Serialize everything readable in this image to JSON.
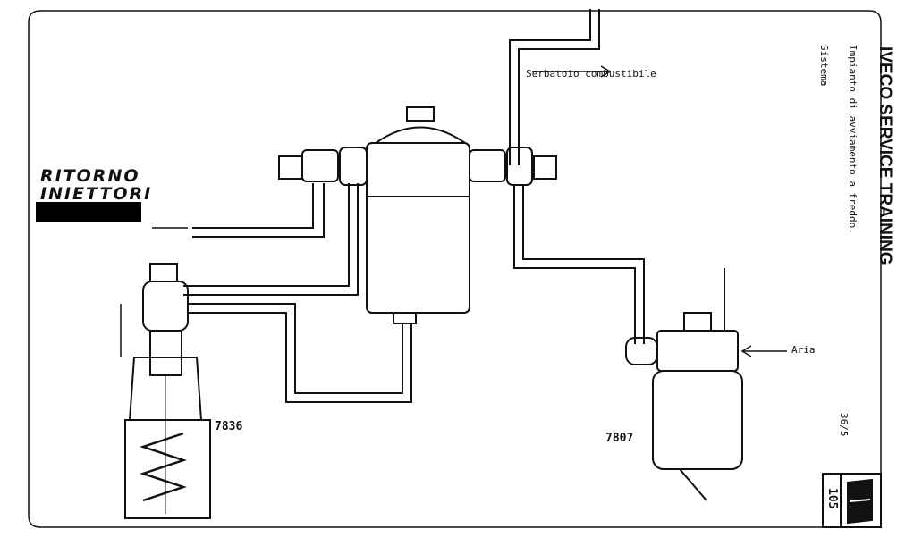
{
  "header": {
    "brand": "IVECO SERVICE TRAINING",
    "subtitle": "Impianto di avviamento a freddo.",
    "section": "Sistema"
  },
  "labels": {
    "tank": "Serbatoio combustibile",
    "air": "Aria",
    "injector_code": "7836",
    "pump_code": "7807",
    "return_line1": "RITORNO",
    "return_line2": "INIETTORI"
  },
  "footer": {
    "sheet": "36/5",
    "page": "105"
  }
}
